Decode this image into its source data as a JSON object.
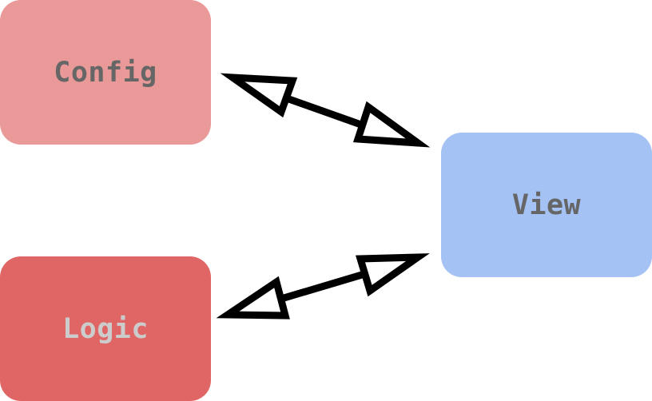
{
  "nodes": {
    "config": {
      "label": "Config",
      "fill": "#ea9999",
      "text_color": "#666666"
    },
    "logic": {
      "label": "Logic",
      "fill": "#e06666",
      "text_color": "#cccccc"
    },
    "view": {
      "label": "View",
      "fill": "#a4c2f4",
      "text_color": "#666666"
    }
  },
  "edges": [
    {
      "from": "config",
      "to": "view",
      "direction": "both",
      "arrowhead": "open-triangle"
    },
    {
      "from": "logic",
      "to": "view",
      "direction": "both",
      "arrowhead": "open-triangle"
    }
  ],
  "edge_color": "#000000"
}
